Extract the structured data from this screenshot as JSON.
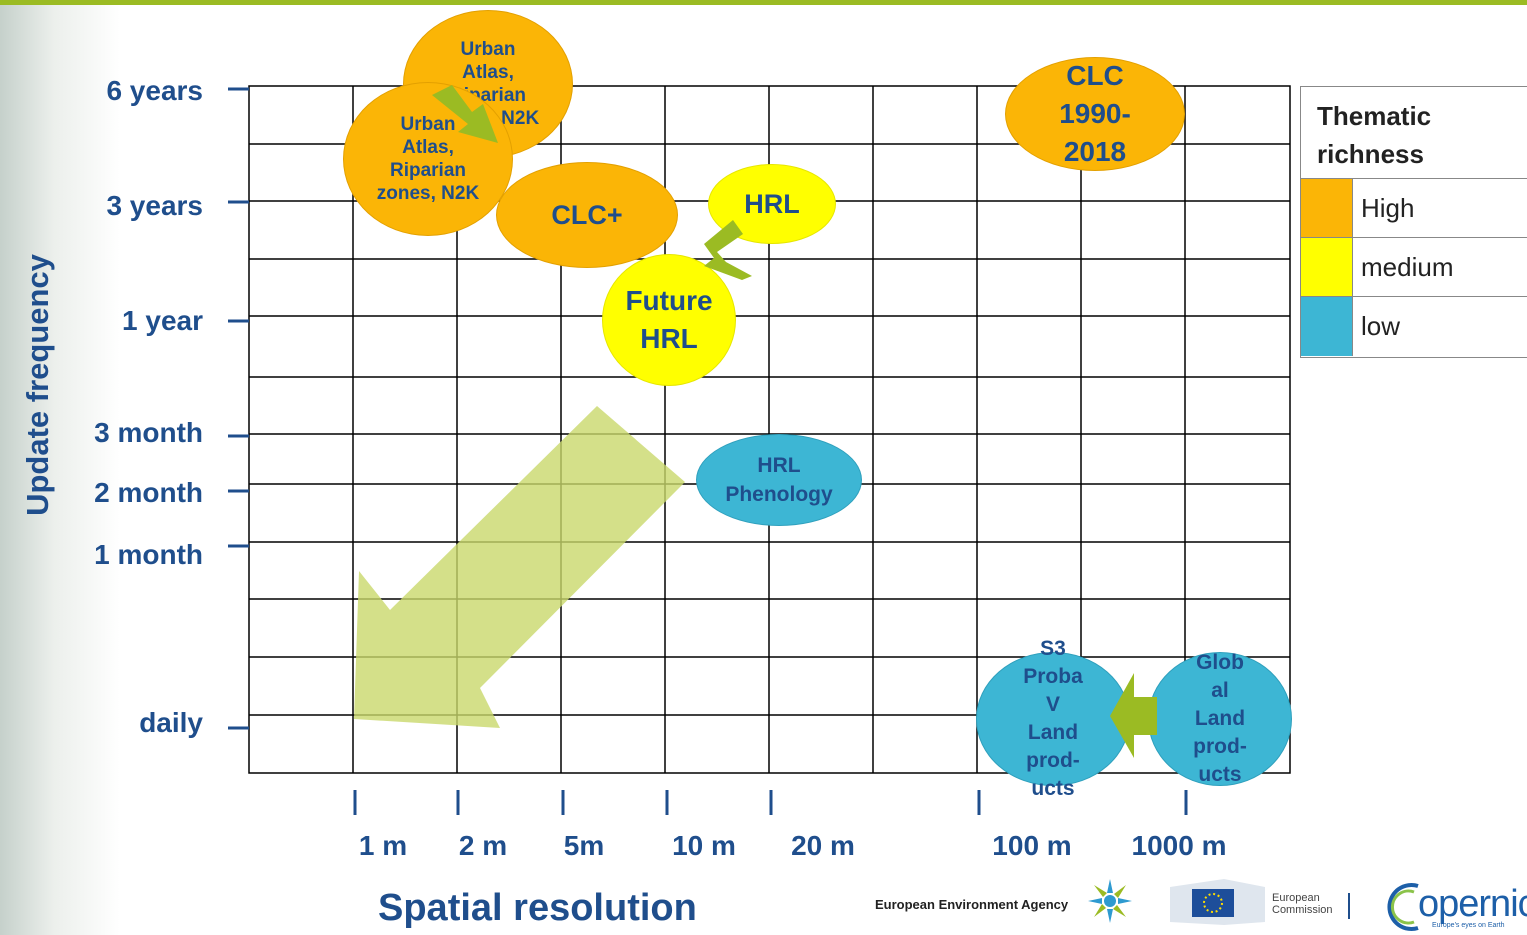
{
  "y_axis": {
    "title": "Update frequency",
    "ticks": [
      "6 years",
      "3 years",
      "1 year",
      "3 month",
      "2 month",
      "1 month",
      "daily"
    ]
  },
  "x_axis": {
    "title": "Spatial resolution",
    "ticks": [
      "1 m",
      "2 m",
      "5m",
      "10 m",
      "20 m",
      "100 m",
      "1000 m"
    ]
  },
  "products": {
    "urban_atlas_old": "Urban\nAtlas,\nRiparian\nzones, N2K",
    "urban_atlas_new": "Urban\nAtlas,\nRiparian\nzones, N2K",
    "clc_plus": "CLC+",
    "hrl": "HRL",
    "future_hrl": "Future\nHRL",
    "clc": "CLC\n1990-\n2018",
    "hrl_phenology": "HRL\nPhenology",
    "s3_proba": "S3\nProba\nV\nLand\nprod-\nucts",
    "global_land": "Glob\nal\nLand\nprod-\nucts"
  },
  "legend": {
    "title": "Thematic richness",
    "items": [
      {
        "label": "High",
        "color": "#fbb506"
      },
      {
        "label": "medium",
        "color": "#ffff00"
      },
      {
        "label": "low",
        "color": "#3db6d4"
      }
    ]
  },
  "footer": {
    "eea": "European Environment Agency",
    "ec": "European\nCommission",
    "copernicus": "opernicus",
    "copernicus_tagline": "Europe's eyes on Earth"
  },
  "colors": {
    "label_blue": "#1f4e8c",
    "arrow_green": "#9bbb23",
    "big_arrow": "#c9d86b"
  }
}
